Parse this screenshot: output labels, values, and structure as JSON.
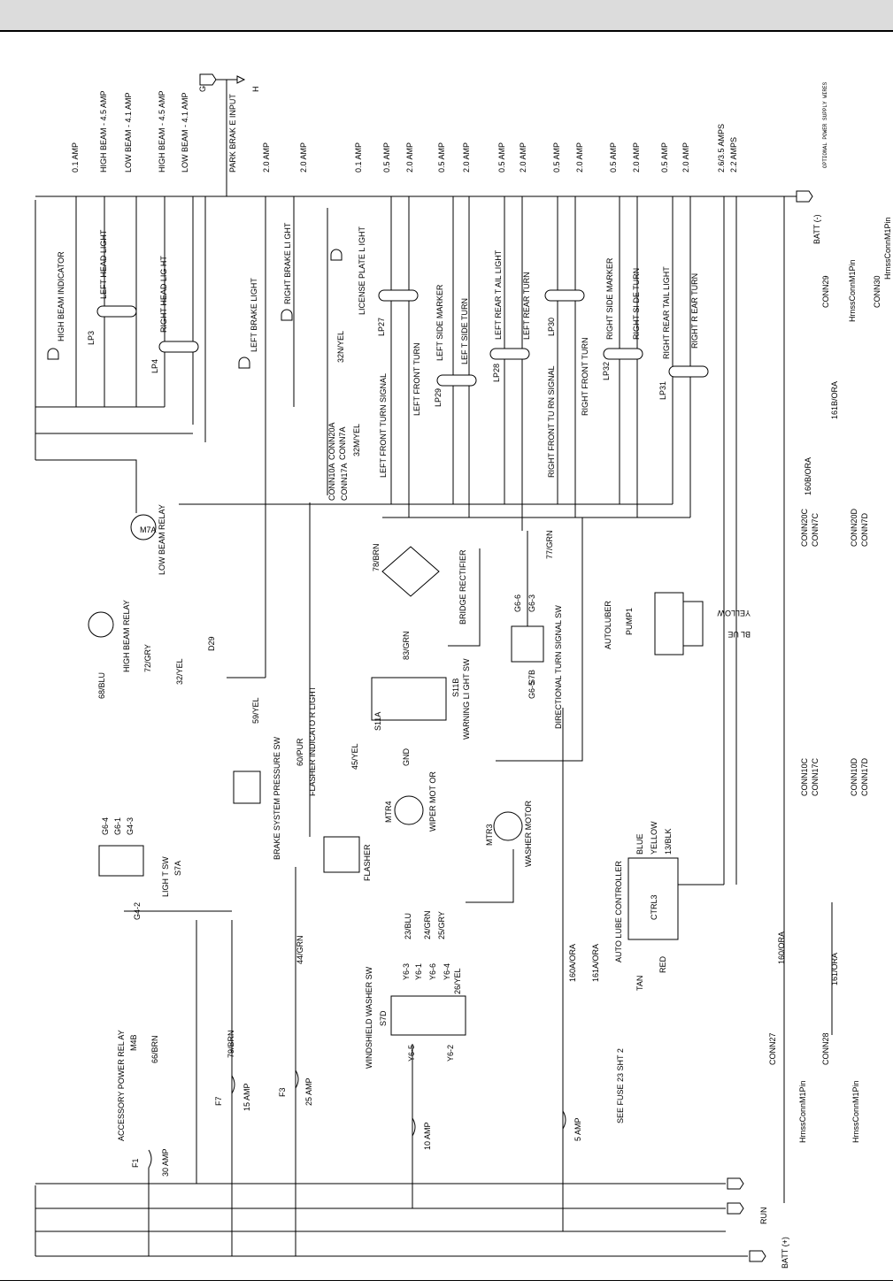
{
  "header": {
    "band": ""
  },
  "top_ratings": [
    "0.1 AMP",
    "HIGH BEAM - 4.5 AMP",
    "LOW BEAM - 4.1 AMP",
    "HIGH BEAM - 4.5 AMP",
    "LOW BEAM - 4.1 AMP",
    "PARK BRAK E INPUT",
    "2.0 AMP",
    "2.0 AMP",
    "0.1 AMP",
    "0.5 AMP",
    "2.0 AMP",
    "0.5 AMP",
    "2.0 AMP",
    "0.5 AMP",
    "2.0 AMP",
    "0.5 AMP",
    "2.0 AMP",
    "0.5 AMP",
    "2.0 AMP",
    "0.5 AMP",
    "2.0 AMP",
    "2.6/3.5 AMPS",
    "2.2 AMPS"
  ],
  "optional_power": "OPTIONAL POWER SUPPLY WIRES",
  "batt_minus": "BATT (-)",
  "run": "RUN",
  "batt_plus": "BATT (+)",
  "g_label": "G",
  "h_label": "H",
  "lamps": [
    {
      "name": "HIGH BEAM INDICATOR"
    },
    {
      "name": "LEFT HEAD LIGHT",
      "ref": "LP3"
    },
    {
      "name": "RIGHT HEAD LIG HT",
      "ref": "LP4"
    },
    {
      "name": "LEFT BRAKE LIGHT"
    },
    {
      "name": "RIGHT BRAKE LI GHT"
    },
    {
      "name": "LICENSE PLATE L IGHT"
    },
    {
      "name": "LEFT FRONT TURN SIGNAL",
      "ref": "LP27"
    },
    {
      "name": "LEFT SIDE MARKER",
      "ref": "LP29"
    },
    {
      "name": "LEF T SIDE TURN"
    },
    {
      "name": "LEFT REAR T AIL LIGHT",
      "ref": "LP28"
    },
    {
      "name": "LEFT REAR TURN"
    },
    {
      "name": "RIGHT FRONT TU RN SIGNAL",
      "ref": "LP30"
    },
    {
      "name": "RIGHT SIDE MARKER",
      "ref": "LP32"
    },
    {
      "name": "RIGHT SI DE TURN"
    },
    {
      "name": "RIGHT REAR TAIL LIGHT",
      "ref": "LP31"
    },
    {
      "name": "RIGHT R EAR TURN"
    },
    {
      "name": "LEFT FRONT TURN"
    },
    {
      "name": "RIGHT FRONT TURN"
    }
  ],
  "relays": {
    "low_beam": "LOW BEAM RELAY",
    "low_beam_id": "M7A",
    "high_beam": "HIGH BEAM RELAY",
    "accessory": "ACCESSORY POWER REL AY",
    "accessory_id": "M4B"
  },
  "switches": {
    "light_sw": "LIGH T SW",
    "light_sw_id": "S7A",
    "brake_pressure": "BRAKE SYSTEM PRESSURE SW",
    "flasher_indicator": "FLASHER INDICATO R LIGHT",
    "flasher": "FLASHER",
    "warning": "WARNING LI GHT SW",
    "warning_a": "S11A",
    "warning_b": "S11B",
    "directional": "DIRECTIONAL TURN SIGNAL SW",
    "directional_id": "S7B",
    "windshield": "WINDSHIELD WASHER SW",
    "windshield_id": "S7D"
  },
  "motors": {
    "wiper": "WIPER MOT OR",
    "wiper_id": "MTR4",
    "washer": "WASHER MOTOR",
    "washer_id": "MTR3",
    "pump": "PUMP1",
    "autoluber": "AUTOLUBER"
  },
  "controller": {
    "name": "AUTO LUBE CONTROLLER",
    "id": "CTRL3",
    "tan": "TAN",
    "red": "RED",
    "blue": "BLUE",
    "yellow": "YELLOW",
    "blk": "13/BLK"
  },
  "rectifier": "BRIDGE RECTIFIER",
  "diode": "D29",
  "fuses": [
    {
      "id": "F1",
      "rating": "30 AMP"
    },
    {
      "id": "F7",
      "rating": "15 AMP"
    },
    {
      "id": "F3",
      "rating": "25 AMP"
    },
    {
      "id": "",
      "rating": "10 AMP"
    },
    {
      "id": "",
      "rating": "5 AMP"
    }
  ],
  "see_fuse": "SEE FUSE 23 SHT 2",
  "wires": [
    "68/BLU",
    "72/GRY",
    "32/YEL",
    "59/YEL",
    "60/PUR",
    "45/YEL",
    "83/GRN",
    "78/BRN",
    "77/GRN",
    "44/GRN",
    "79/BRN",
    "66/BRN",
    "23/BLU",
    "24/GRN",
    "25/GRY",
    "26/YEL",
    "32M/YEL",
    "32N/YEL",
    "160A/ORA",
    "161A/ORA",
    "160B/ORA",
    "161B/ORA",
    "160/ORA",
    "161/ORA"
  ],
  "connectors": [
    "CONN10A",
    "CONN17A",
    "CONN20A",
    "CONN7A",
    "CONN20C",
    "CONN7C",
    "CONN20D",
    "CONN7D",
    "CONN10C",
    "CONN17C",
    "CONN10D",
    "CONN17D",
    "CONN27",
    "CONN28",
    "CONN29",
    "CONN30"
  ],
  "harness": [
    "HrnssConnM1Pin",
    "HrnssConnM1Pin",
    "HrnssConnM1Pin",
    "HrnssConnM1Pin"
  ],
  "pins": [
    "G6-4",
    "G6-1",
    "G4-3",
    "G4-2",
    "G6-6",
    "G6-3",
    "G6-5",
    "Y6-3",
    "Y6-1",
    "Y6-6",
    "Y6-4",
    "Y6-5",
    "Y6-2"
  ],
  "gnd": "GND",
  "pump_wires": {
    "yellow": "YELLOW",
    "blue": "BL UE"
  }
}
